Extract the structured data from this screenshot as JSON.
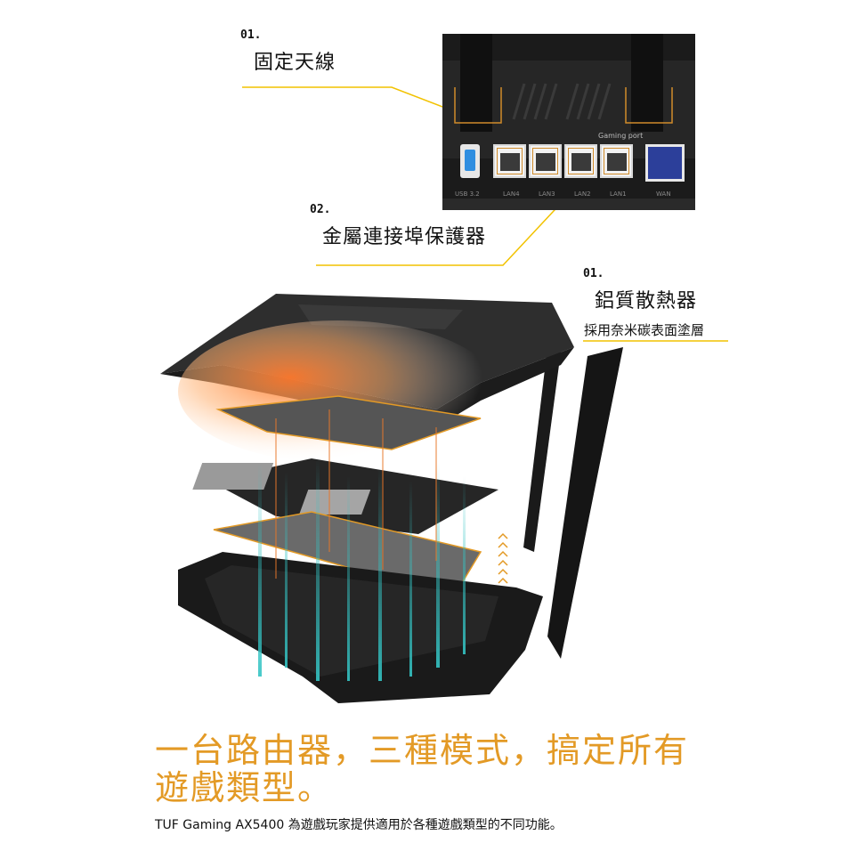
{
  "callouts": [
    {
      "number": "01.",
      "title": "固定天線"
    },
    {
      "number": "02.",
      "title": "金屬連接埠保護器"
    },
    {
      "number": "01.",
      "title": "鋁質散熱器",
      "subtitle": "採用奈米碳表面塗層"
    }
  ],
  "ports": {
    "gaming_port_label": "Gaming port",
    "usb": "USB 3.2",
    "lan": [
      "LAN4",
      "LAN3",
      "LAN2",
      "LAN1"
    ],
    "wan": "WAN"
  },
  "headline": {
    "line1": "一台路由器，三種模式，搞定所有",
    "line2": "遊戲類型。"
  },
  "description": "TUF Gaming AX5400 為遊戲玩家提供適用於各種遊戲類型的不同功能。",
  "colors": {
    "accent": "#e39a26",
    "callout_line": "#f2c200",
    "heat": "#e8782a",
    "cooling": "#34c4c4"
  }
}
